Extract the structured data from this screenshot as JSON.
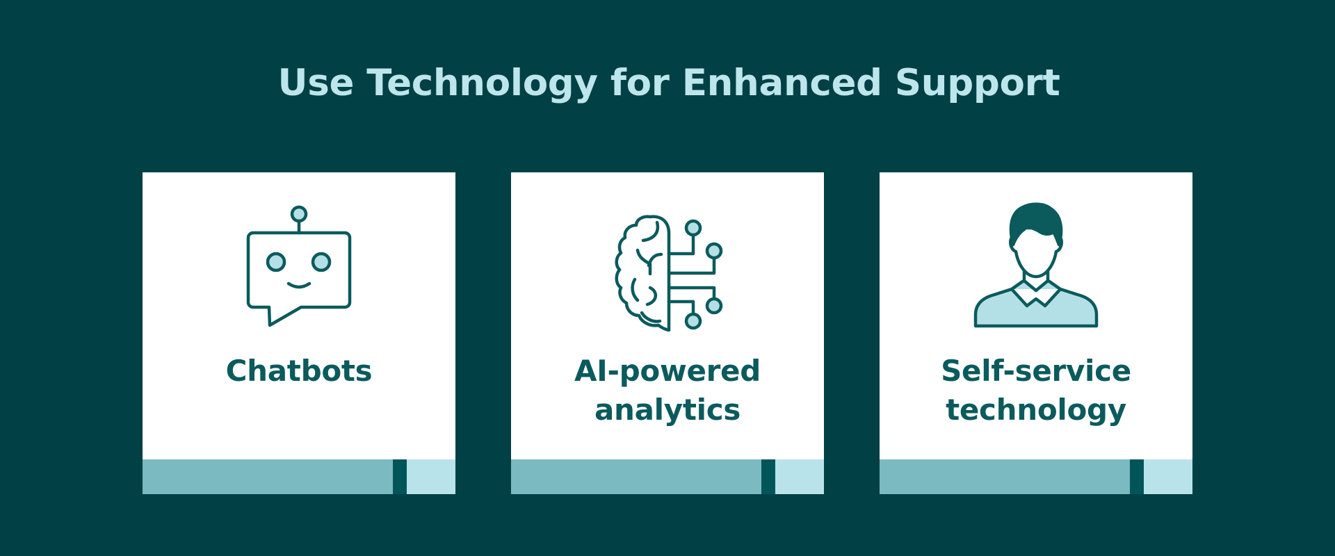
{
  "page": {
    "title": "Use Technology for Enhanced Support"
  },
  "colors": {
    "background": "#014045",
    "title": "#bde6ec",
    "card": "#ffffff",
    "label": "#0b5a5c",
    "icon_stroke": "#0b5a5c",
    "icon_fill": "#b3e0e6",
    "band_main": "#7bbac1",
    "band_dark": "#005558",
    "band_light": "#b9e3ea"
  },
  "cards": [
    {
      "icon": "chatbot-robot-icon",
      "label_line1": "Chatbots",
      "label_line2": ""
    },
    {
      "icon": "ai-brain-circuit-icon",
      "label_line1": "AI-powered",
      "label_line2": "analytics"
    },
    {
      "icon": "person-user-icon",
      "label_line1": "Self-service",
      "label_line2": "technology"
    }
  ]
}
